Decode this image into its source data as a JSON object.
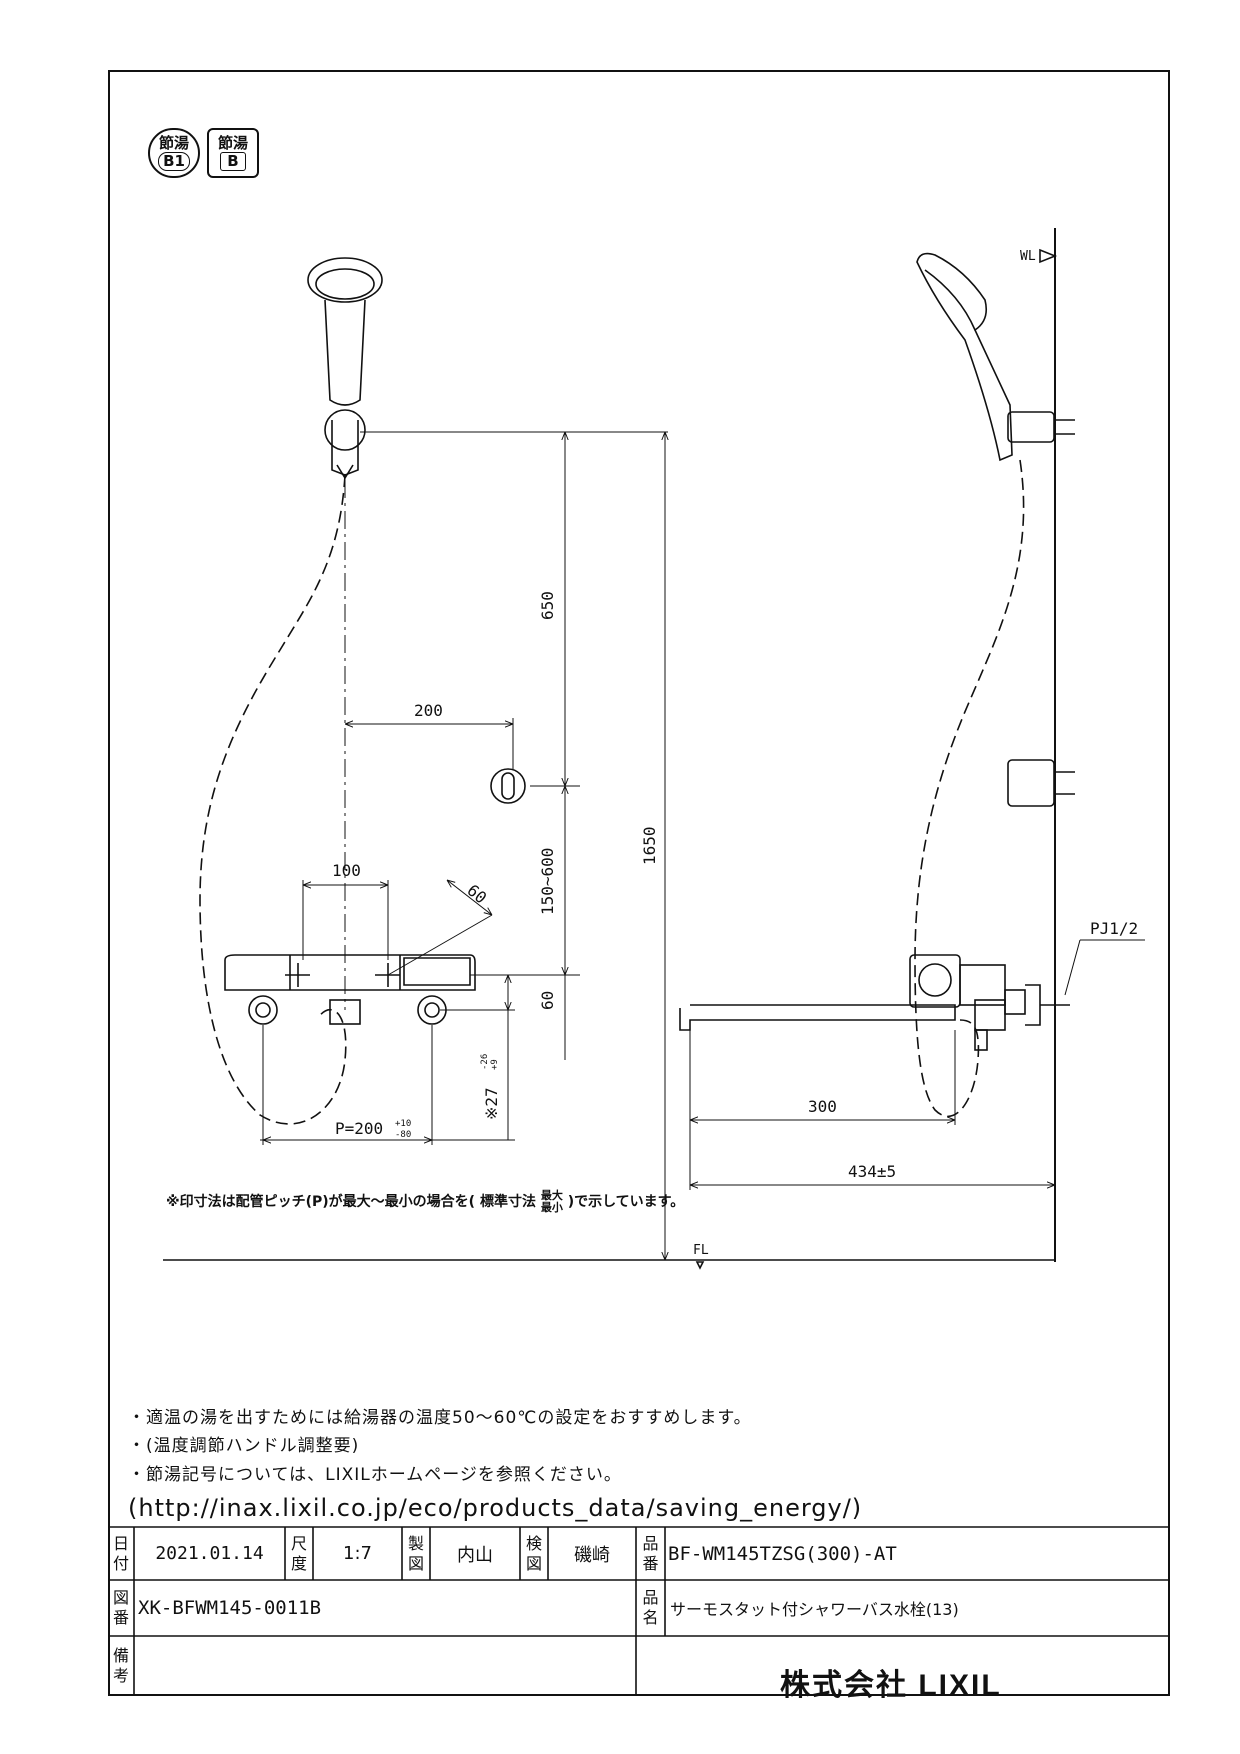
{
  "badges": [
    {
      "line1": "節湯",
      "line2": "B1"
    },
    {
      "line1": "節湯",
      "line2": "B"
    }
  ],
  "dimensions": {
    "d650": "650",
    "d200": "200",
    "d1650": "1650",
    "d100": "100",
    "d60_angle": "60",
    "d150_600": "150~600",
    "d60": "60",
    "d27": "※27",
    "d27_tol_top": "+9",
    "d27_tol_bot": "-26",
    "pitch": "P=200",
    "pitch_tol_top": "+10",
    "pitch_tol_bot": "-80",
    "d300": "300",
    "d434": "434±5",
    "wl": "WL",
    "fl": "FL",
    "pj": "PJ1/2"
  },
  "note_bold": {
    "prefix": "※印寸法は配管ピッチ(P)が最大～最小の場合を(",
    "std": "標準寸法",
    "max": "最大",
    "min": "最小",
    "suffix": ")で示しています。"
  },
  "notes": [
    "・適温の湯を出すためには給湯器の温度50～60℃の設定をおすすめします。",
    "・(温度調節ハンドル調整要)",
    "・節湯記号については、LIXILホームページを参照ください。"
  ],
  "url": "(http://inax.lixil.co.jp/eco/products_data/saving_energy/)",
  "title_block": {
    "date_label": [
      "日",
      "付"
    ],
    "date": "2021.01.14",
    "scale_label": [
      "尺",
      "度"
    ],
    "scale": "1:7",
    "drawn_label": [
      "製",
      "図"
    ],
    "drawn": "内山",
    "checked_label": [
      "検",
      "図"
    ],
    "checked": "磯崎",
    "part_no_label": [
      "品",
      "番"
    ],
    "part_no": "BF-WM145TZSG(300)-AT",
    "drawing_no_label": [
      "図",
      "番"
    ],
    "drawing_no": "XK-BFWM145-0011B",
    "product_name_label": [
      "品",
      "名"
    ],
    "product_name": "サーモスタット付シャワーバス水栓(13)",
    "remarks_label": [
      "備",
      "考"
    ],
    "company": "株式会社 LIXIL"
  }
}
